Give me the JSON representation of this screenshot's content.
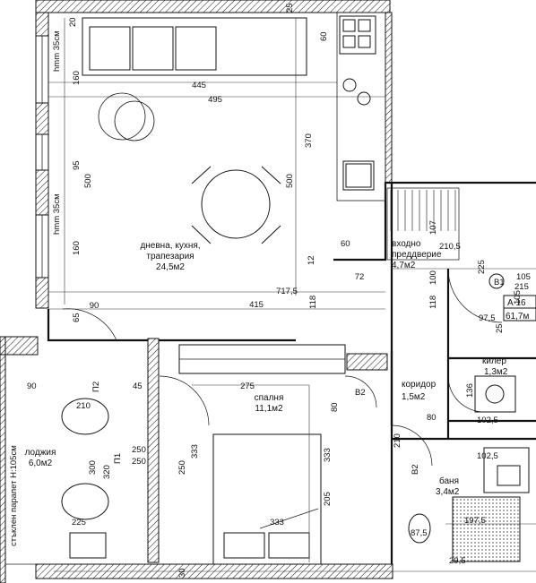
{
  "rooms": {
    "living": {
      "name": "дневна, кухня,",
      "name2": "трапезария",
      "area": "24,5м2"
    },
    "entry": {
      "name": "входно",
      "name2": "преддверие",
      "area": "4,7м2"
    },
    "bedroom": {
      "name": "спалня",
      "area": "11,1м2"
    },
    "corridor": {
      "name": "коридор",
      "area": "1,5м2"
    },
    "storage": {
      "name": "килер",
      "area": "1,3м2"
    },
    "bath": {
      "name": "баня",
      "area": "3,4м2"
    },
    "loggia": {
      "name": "лоджия",
      "area": "6,0м2"
    }
  },
  "unit": {
    "label": "А 16",
    "area": "61,7м"
  },
  "notes": {
    "parapet": "стъклен парапет H:105см",
    "hmm_top": "hmm 35см",
    "hmm_bot": "hmm 35см"
  },
  "dims": {
    "d445": "445",
    "d495": "495",
    "d370": "370",
    "d500a": "500",
    "d500b": "500",
    "d160a": "160",
    "d95": "95",
    "d160b": "160",
    "d717": "717,5",
    "d415": "415",
    "d118a": "118",
    "d118b": "118",
    "d72": "72",
    "d107": "107",
    "d2105": "210,5",
    "d225": "225",
    "d100": "100",
    "d975": "97,5",
    "d90a": "90",
    "d65": "65",
    "d275": "275",
    "d333a": "333",
    "d333b": "333",
    "d333c": "333",
    "d250": "250",
    "d205": "205",
    "d210a": "210",
    "d210b": "210",
    "d300": "300",
    "d320": "320",
    "d225b": "225",
    "d90b": "90",
    "d45": "45",
    "d80a": "80",
    "d80b": "80",
    "d136": "136",
    "d1025a": "102,5",
    "d1025b": "102,5",
    "d1975": "197,5",
    "d875": "87,5",
    "d295": "29,5",
    "d60a": "60",
    "d60b": "60",
    "d25": "25",
    "d20": "20",
    "d30": "30",
    "d12": "12",
    "d105a": "105",
    "d105b": "105",
    "d215": "215",
    "d250b": "250",
    "d250c": "250",
    "d25b": "25"
  },
  "tags": {
    "b1": "В1",
    "b2a": "В2",
    "b2b": "В2",
    "p1": "П1",
    "p2": "П2"
  }
}
